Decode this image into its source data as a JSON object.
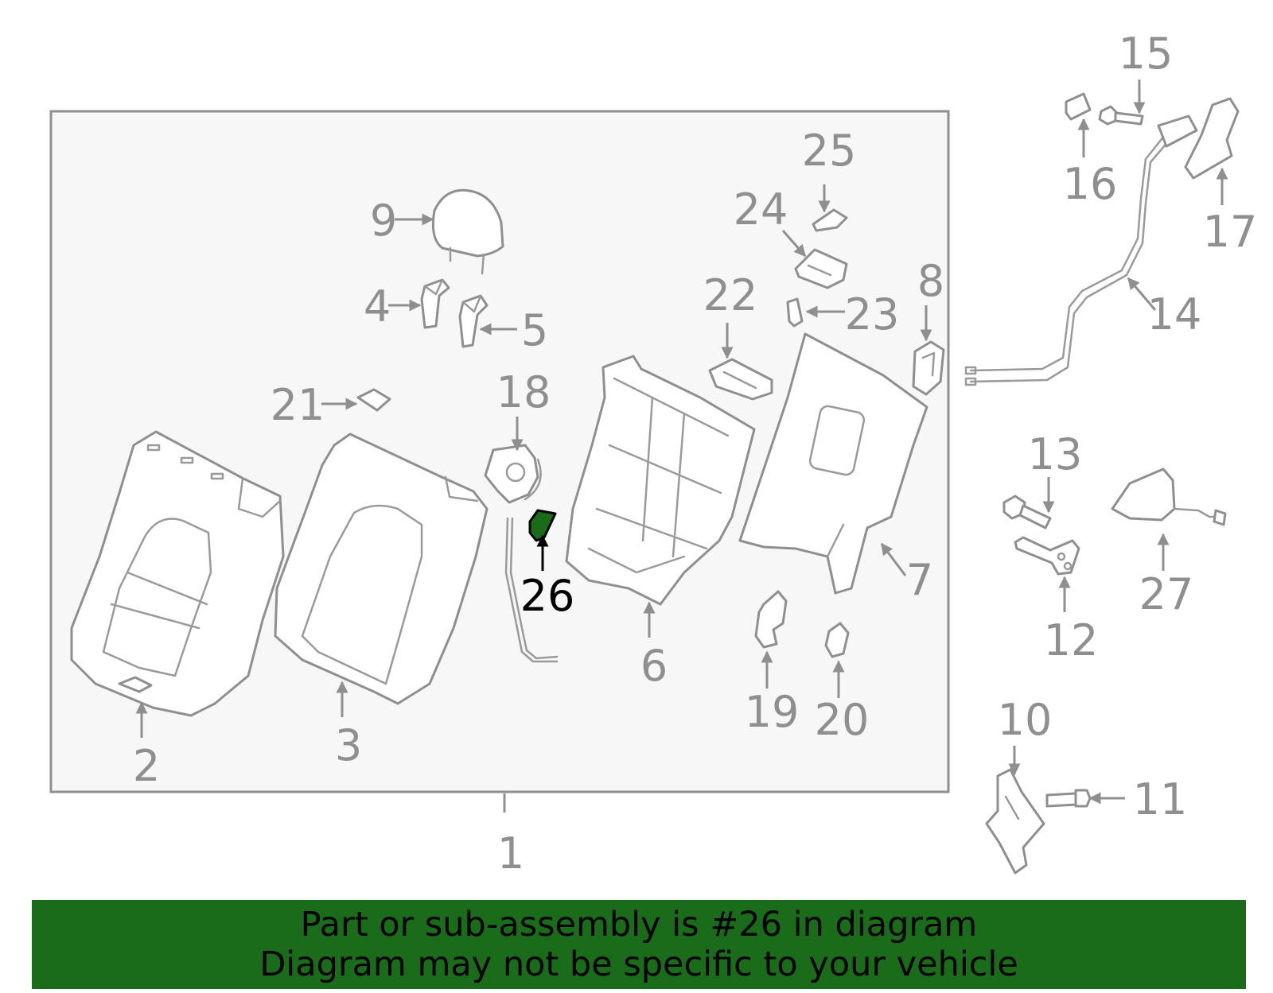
{
  "diagram": {
    "highlight_color": "#1a6b1a",
    "highlighted_part": "26",
    "callouts": {
      "n1": "1",
      "n2": "2",
      "n3": "3",
      "n4": "4",
      "n5": "5",
      "n6": "6",
      "n7": "7",
      "n8": "8",
      "n9": "9",
      "n10": "10",
      "n11": "11",
      "n12": "12",
      "n13": "13",
      "n14": "14",
      "n15": "15",
      "n16": "16",
      "n17": "17",
      "n18": "18",
      "n19": "19",
      "n20": "20",
      "n21": "21",
      "n22": "22",
      "n23": "23",
      "n24": "24",
      "n25": "25",
      "n26": "26",
      "n27": "27"
    }
  },
  "banner": {
    "line1": "Part or sub-assembly is #26 in diagram",
    "line2": "Diagram may not be specific to your vehicle"
  }
}
